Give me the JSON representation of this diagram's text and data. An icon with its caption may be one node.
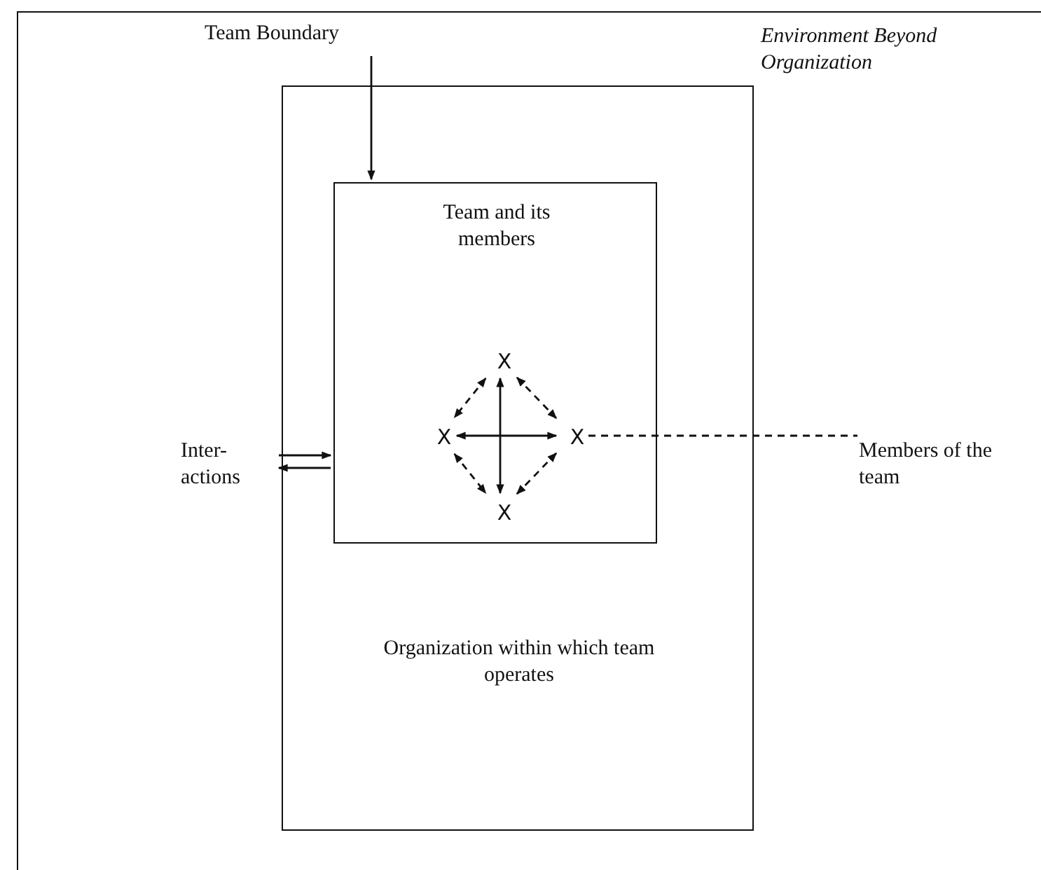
{
  "diagram": {
    "nodes": [
      {
        "text": [
          "Environment Beyond Organization"
        ]
      },
      {
        "text": [
          "Organization within which team operates"
        ],
        "in": 0
      },
      {
        "text": [
          "Team and its members"
        ],
        "in": 1
      },
      {
        "text": [
          "X"
        ],
        "in": 2
      },
      {
        "text": [
          "X"
        ],
        "in": 2
      },
      {
        "text": [
          "X"
        ],
        "in": 2
      },
      {
        "text": [
          "X"
        ],
        "in": 2
      },
      {
        "text": [
          "Team Boundary"
        ],
        "in": 0
      },
      {
        "text": [
          "Inter- actions"
        ],
        "in": 0
      },
      {
        "text": [
          "Members of the team"
        ],
        "in": 0
      }
    ],
    "edges": [
      {
        "from": 7,
        "to": 2,
        "arrow": "to"
      },
      {
        "from": 8,
        "to": 2,
        "arrow": "to"
      },
      {
        "from": 2,
        "to": 8,
        "arrow": "to"
      },
      {
        "from": 3,
        "to": 4,
        "arrow": "both",
        "style": "dashed"
      },
      {
        "from": 3,
        "to": 5,
        "arrow": "both",
        "style": "dashed"
      },
      {
        "from": 4,
        "to": 6,
        "arrow": "both",
        "style": "dashed"
      },
      {
        "from": 5,
        "to": 6,
        "arrow": "both",
        "style": "dashed"
      },
      {
        "from": 4,
        "to": 5,
        "arrow": "both"
      },
      {
        "from": 3,
        "to": 6,
        "arrow": "both"
      },
      {
        "from": 5,
        "to": 9,
        "arrow": "none",
        "style": "dashed"
      }
    ]
  }
}
